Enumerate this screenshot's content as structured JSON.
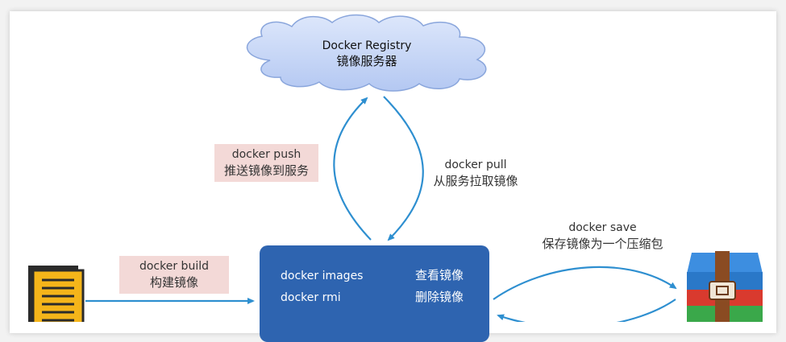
{
  "registry": {
    "title": "Docker Registry",
    "subtitle": "镜像服务器"
  },
  "push": {
    "command": "docker push",
    "description": "推送镜像到服务"
  },
  "pull": {
    "command": "docker pull",
    "description": "从服务拉取镜像"
  },
  "save": {
    "command": "docker save",
    "description": "保存镜像为一个压缩包"
  },
  "build": {
    "command": "docker build",
    "description": "构建镜像"
  },
  "docker_box": {
    "commands": [
      {
        "command": "docker images",
        "description": "查看镜像"
      },
      {
        "command": "docker rmi",
        "description": "删除镜像"
      }
    ]
  },
  "colors": {
    "arrow": "#2e8fd0",
    "box": "#2e64b0",
    "label_bg": "#f3d9d7",
    "cloud": "#c9d8f7"
  },
  "icons": [
    "dockerfile-document-icon",
    "archive-package-icon"
  ]
}
